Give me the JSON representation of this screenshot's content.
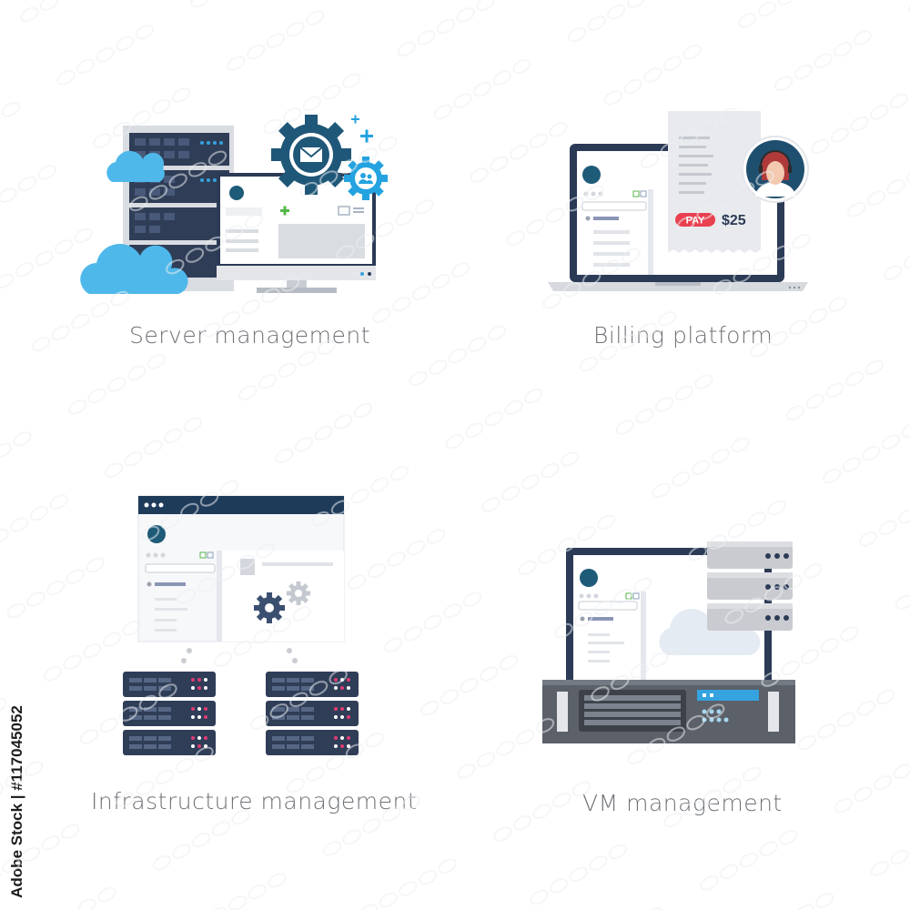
{
  "tiles": [
    {
      "id": "server-management",
      "caption": "Server management"
    },
    {
      "id": "billing-platform",
      "caption": "Billing platform",
      "pay_label": "PAY",
      "amount": "$25"
    },
    {
      "id": "infrastructure-management",
      "caption": "Infrastructure management"
    },
    {
      "id": "vm-management",
      "caption": "VM management"
    }
  ],
  "stock_id": "Adobe Stock | #117045052",
  "icons": [
    "cloud-icon",
    "gear-icon",
    "envelope-icon",
    "users-icon",
    "plus-icon",
    "search-icon",
    "headset-agent-icon",
    "server-rack-icon"
  ],
  "colors": {
    "navy": "#2b3a55",
    "teal_blue": "#1e5b78",
    "sky": "#4fb3e6",
    "pay_red": "#e9404f",
    "caption": "#6f7277"
  }
}
